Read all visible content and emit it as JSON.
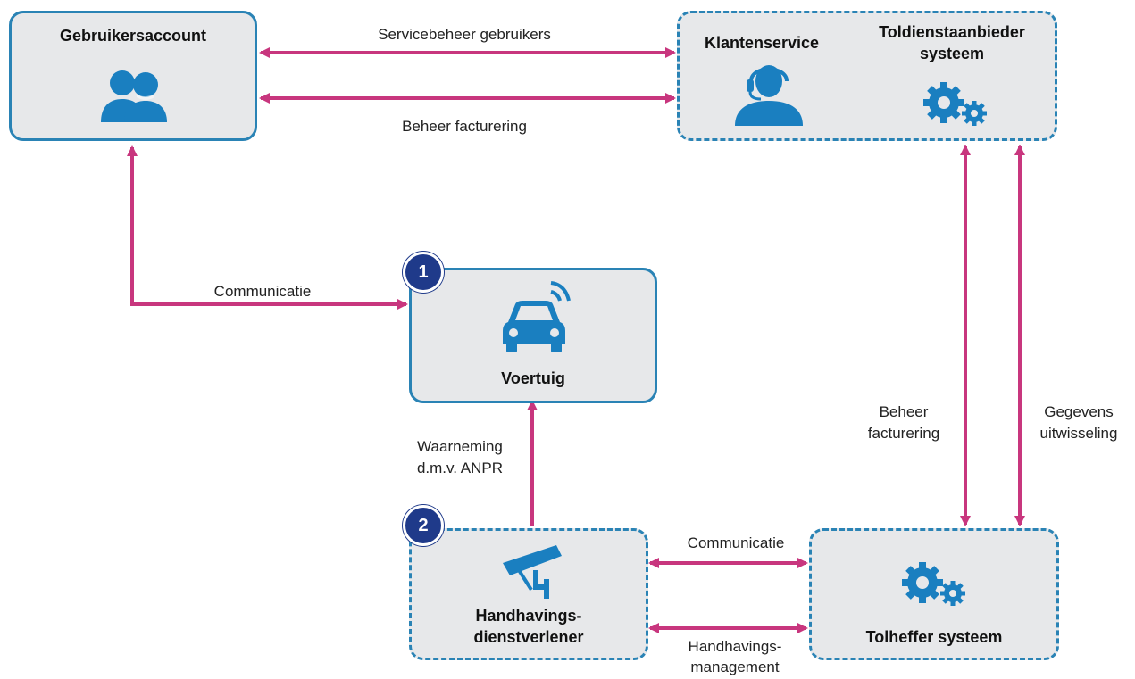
{
  "nodes": {
    "gebruikersaccount": {
      "title": "Gebruikersaccount",
      "icon": "users-icon"
    },
    "klantenservice": {
      "title": "Klantenservice",
      "icon": "headset-agent-icon"
    },
    "toldienstaanbieder": {
      "title_line1": "Toldienstaanbieder",
      "title_line2": "systeem",
      "icon": "gears-icon"
    },
    "voertuig": {
      "title": "Voertuig",
      "icon": "connected-car-icon",
      "badge": "1"
    },
    "handhavings": {
      "title_line1": "Handhavings-",
      "title_line2": "dienstverlener",
      "icon": "camera-icon",
      "badge": "2"
    },
    "tolheffer": {
      "title": "Tolheffer systeem",
      "icon": "gears-icon"
    }
  },
  "edges": {
    "servicebeheer": "Servicebeheer  gebruikers",
    "beheer_facturering_top": "Beheer facturering",
    "communicatie_vehicle": "Communicatie",
    "waarneming_line1": "Waarneming",
    "waarneming_line2": "d.m.v. ANPR",
    "beheer_facturering_right_line1": "Beheer",
    "beheer_facturering_right_line2": "facturering",
    "gegevens_line1": "Gegevens",
    "gegevens_line2": "uitwisseling",
    "communicatie_bottom": "Communicatie",
    "handhavings_mgmt_line1": "Handhavings-",
    "handhavings_mgmt_line2": "management"
  },
  "colors": {
    "arrow": "#c8367e",
    "box_border": "#2a83b5",
    "box_fill": "#e7e8ea",
    "icon": "#1a7fc0",
    "badge": "#1f3a8a"
  }
}
